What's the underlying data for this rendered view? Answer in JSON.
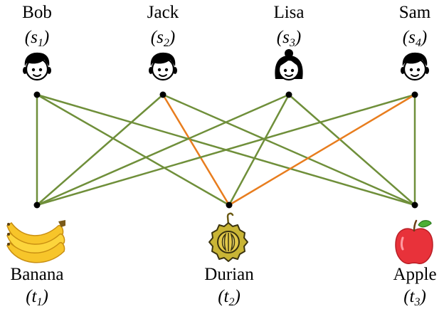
{
  "people": [
    {
      "name": "Bob",
      "symbol_base": "s",
      "symbol_index": "1",
      "icon": "boy-face-icon"
    },
    {
      "name": "Jack",
      "symbol_base": "s",
      "symbol_index": "2",
      "icon": "boy-face-icon"
    },
    {
      "name": "Lisa",
      "symbol_base": "s",
      "symbol_index": "3",
      "icon": "girl-face-icon"
    },
    {
      "name": "Sam",
      "symbol_base": "s",
      "symbol_index": "4",
      "icon": "boy-face-icon"
    }
  ],
  "fruits": [
    {
      "name": "Banana",
      "symbol_base": "t",
      "symbol_index": "1",
      "icon": "banana-icon"
    },
    {
      "name": "Durian",
      "symbol_base": "t",
      "symbol_index": "2",
      "icon": "durian-icon"
    },
    {
      "name": "Apple",
      "symbol_base": "t",
      "symbol_index": "3",
      "icon": "apple-icon"
    }
  ],
  "edges": [
    {
      "from": 0,
      "to": 0,
      "color": "green"
    },
    {
      "from": 0,
      "to": 1,
      "color": "green"
    },
    {
      "from": 0,
      "to": 2,
      "color": "green"
    },
    {
      "from": 1,
      "to": 0,
      "color": "green"
    },
    {
      "from": 1,
      "to": 1,
      "color": "orange"
    },
    {
      "from": 1,
      "to": 2,
      "color": "green"
    },
    {
      "from": 2,
      "to": 0,
      "color": "green"
    },
    {
      "from": 2,
      "to": 1,
      "color": "green"
    },
    {
      "from": 2,
      "to": 2,
      "color": "green"
    },
    {
      "from": 3,
      "to": 0,
      "color": "green"
    },
    {
      "from": 3,
      "to": 1,
      "color": "orange"
    },
    {
      "from": 3,
      "to": 2,
      "color": "green"
    }
  ],
  "colors": {
    "green": "#6f8f3a",
    "orange": "#e87d1e",
    "node": "#000000"
  }
}
